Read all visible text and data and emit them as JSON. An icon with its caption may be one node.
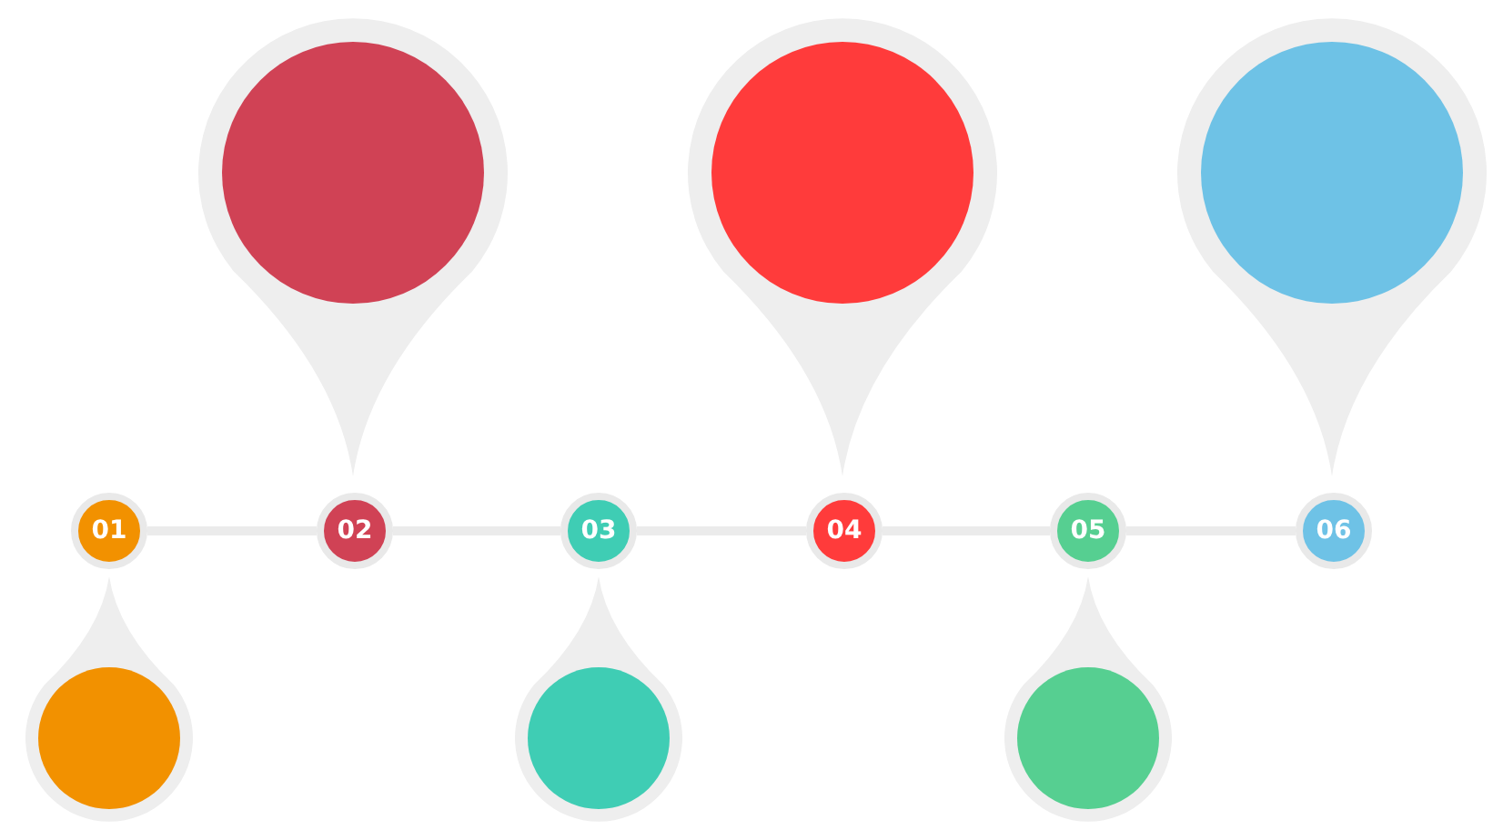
{
  "diagram": {
    "nodes": [
      {
        "text": [
          "01"
        ]
      },
      {
        "text": [
          "02"
        ]
      },
      {
        "text": [
          "03"
        ]
      },
      {
        "text": [
          "04"
        ]
      },
      {
        "text": [
          "05"
        ]
      },
      {
        "text": [
          "06"
        ]
      },
      {
        "text": [],
        "shape": "circle"
      },
      {
        "text": [],
        "shape": "circle"
      },
      {
        "text": [],
        "shape": "circle"
      },
      {
        "text": [],
        "shape": "circle"
      },
      {
        "text": [],
        "shape": "circle"
      },
      {
        "text": [],
        "shape": "circle"
      }
    ],
    "edges": [
      {
        "from": 0,
        "to": 1,
        "arrow": "none"
      },
      {
        "from": 1,
        "to": 2,
        "arrow": "none"
      },
      {
        "from": 2,
        "to": 3,
        "arrow": "none"
      },
      {
        "from": 3,
        "to": 4,
        "arrow": "none"
      },
      {
        "from": 4,
        "to": 5,
        "arrow": "none"
      }
    ]
  }
}
